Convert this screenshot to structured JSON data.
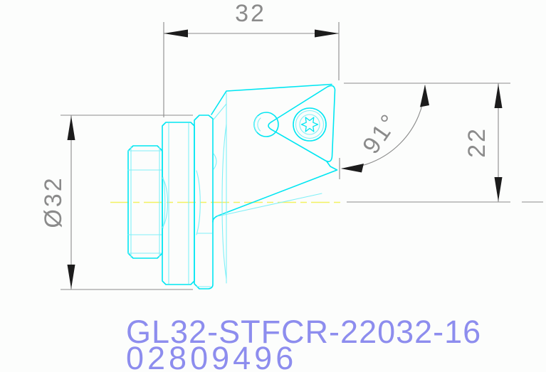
{
  "colors": {
    "background": "#fcfdfc",
    "part": "#00e6f2",
    "part_inner": "#7ff0f7",
    "centerline": "#f2f160",
    "dimension": "#8b8b8b",
    "arrow": "#1c1c1c",
    "label": "#8d8dee"
  },
  "drawing": {
    "type": "technical-drawing",
    "view": "side-view-tool-holder",
    "dimensions": {
      "width": {
        "value": "32"
      },
      "diameter": {
        "value": "Ø32"
      },
      "height": {
        "value": "22"
      },
      "angle": {
        "value": "91°"
      }
    },
    "labels": {
      "part_number": "GL32-STFCR-22032-16",
      "order_number": "02809496"
    }
  }
}
